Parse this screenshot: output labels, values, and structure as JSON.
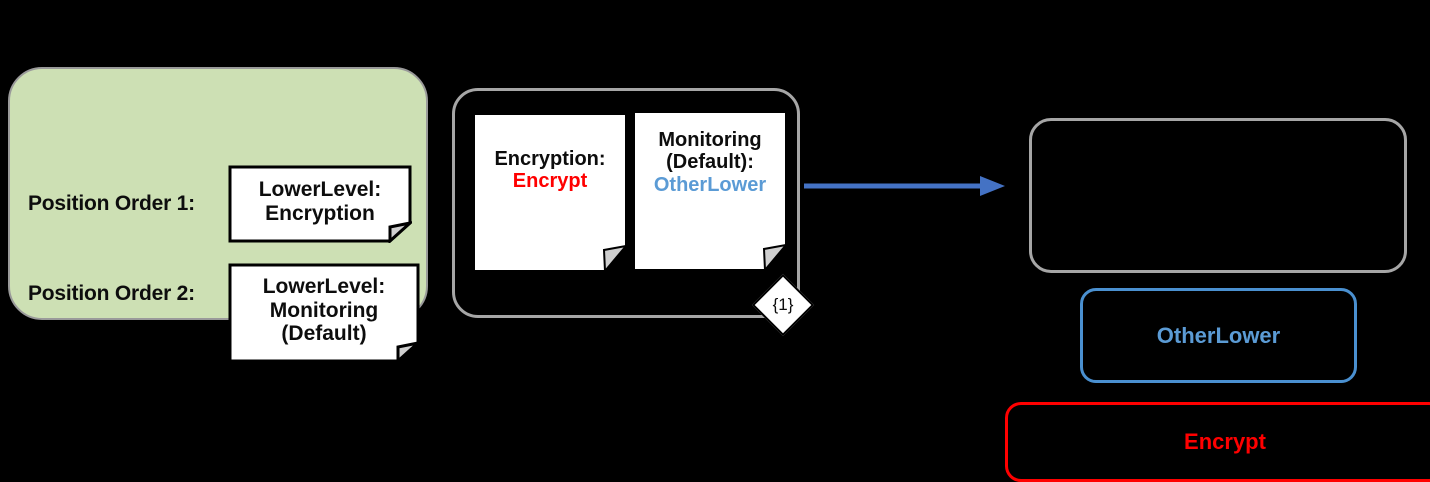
{
  "diagram": {
    "background_color": "#000000",
    "left_panel": {
      "fill_color": "#cde0b4",
      "rows": [
        {
          "label": "Position Order 1:",
          "note": {
            "lines": [
              "LowerLevel:",
              "Encryption"
            ]
          }
        },
        {
          "label": "Position Order 2:",
          "note": {
            "lines": [
              "LowerLevel:",
              "Monitoring",
              "(Default)"
            ]
          }
        }
      ]
    },
    "middle_container": {
      "border_color": "#a6a6a6",
      "notes": [
        {
          "key": "Encryption:",
          "value": "Encrypt",
          "value_color": "#ff0000"
        },
        {
          "key_line1": "Monitoring",
          "key_line2": "(Default):",
          "value": "OtherLower",
          "value_color": "#5b9bd5"
        }
      ],
      "multiplicity": "{1}"
    },
    "arrow": {
      "color": "#4472c4",
      "direction": "right"
    },
    "right_boxes": [
      {
        "name": "target-empty",
        "label": "",
        "border_color": "#a6a6a6"
      },
      {
        "name": "otherlower",
        "label": "OtherLower",
        "border_color": "#4a90d0",
        "text_color": "#5b9bd5"
      },
      {
        "name": "encrypt",
        "label": "Encrypt",
        "border_color": "#ff0000",
        "text_color": "#ff0000"
      }
    ]
  }
}
